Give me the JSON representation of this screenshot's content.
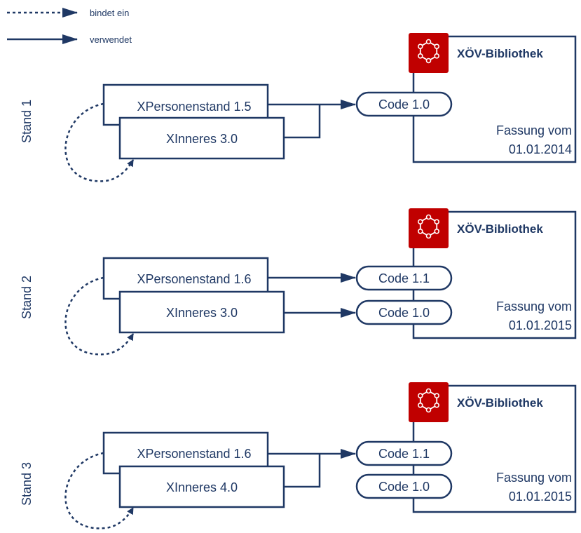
{
  "legend": {
    "embeds_label": "bindet ein",
    "uses_label": "verwendet"
  },
  "colors": {
    "navy": "#1f3864",
    "library_red": "#c00000"
  },
  "library_icon": "hexagon-network-icon",
  "sections": [
    {
      "stand_label": "Stand 1",
      "xpersonenstand": "XPersonenstand 1.5",
      "xinneres": "XInneres 3.0",
      "library_title": "XÖV-Bibliothek",
      "codes": [
        "Code 1.0"
      ],
      "fassung_label": "Fassung vom",
      "fassung_date": "01.01.2014"
    },
    {
      "stand_label": "Stand 2",
      "xpersonenstand": "XPersonenstand 1.6",
      "xinneres": "XInneres 3.0",
      "library_title": "XÖV-Bibliothek",
      "codes": [
        "Code 1.1",
        "Code 1.0"
      ],
      "fassung_label": "Fassung vom",
      "fassung_date": "01.01.2015"
    },
    {
      "stand_label": "Stand 3",
      "xpersonenstand": "XPersonenstand 1.6",
      "xinneres": "XInneres 4.0",
      "library_title": "XÖV-Bibliothek",
      "codes": [
        "Code 1.1",
        "Code 1.0"
      ],
      "fassung_label": "Fassung vom",
      "fassung_date": "01.01.2015"
    }
  ]
}
